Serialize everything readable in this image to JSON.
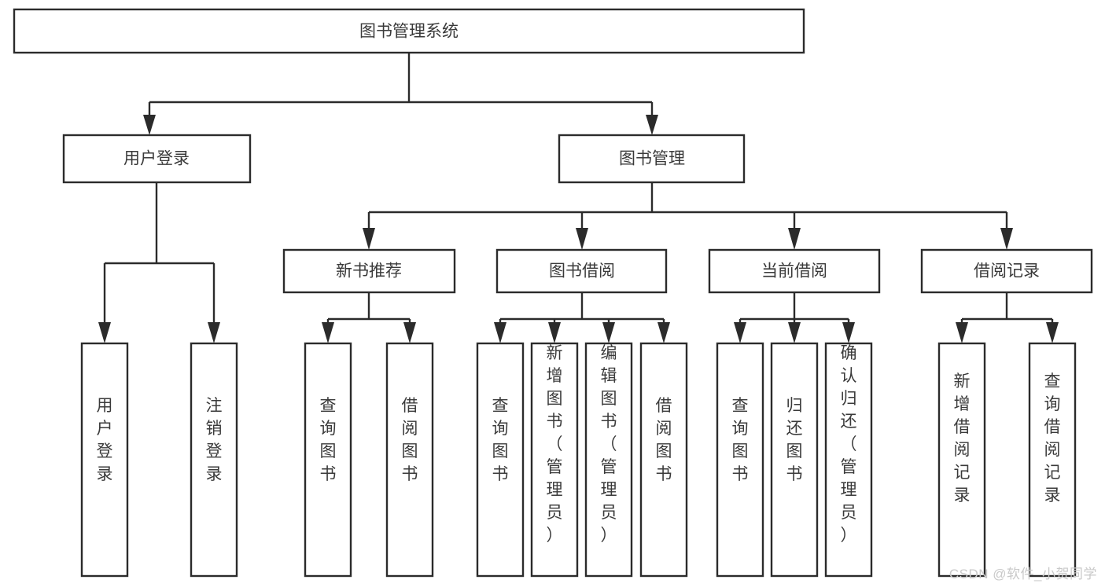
{
  "diagram": {
    "type": "tree-hierarchy",
    "title": "图书管理系统",
    "watermark": "CSDN @软件_小贺同学",
    "colors": {
      "background": "#ffffff",
      "box_border": "#2b2b2b",
      "box_fill": "#ffffff",
      "text": "#3a3a3a",
      "connector": "#2b2b2b",
      "watermark": "#c9c9c9"
    },
    "levels": {
      "root": {
        "label": "图书管理系统"
      },
      "level1": [
        {
          "label": "用户登录"
        },
        {
          "label": "图书管理"
        }
      ],
      "level2": [
        {
          "label": "新书推荐"
        },
        {
          "label": "图书借阅"
        },
        {
          "label": "当前借阅"
        },
        {
          "label": "借阅记录"
        }
      ]
    },
    "leaves": {
      "user_login": [
        {
          "label": "用户登录"
        },
        {
          "label": "注销登录"
        }
      ],
      "new_book_recommend": [
        {
          "label": "查询图书"
        },
        {
          "label": "借阅图书"
        }
      ],
      "book_borrow": [
        {
          "label": "查询图书"
        },
        {
          "label": "新增图书（管理员）"
        },
        {
          "label": "编辑图书（管理员）"
        },
        {
          "label": "借阅图书"
        }
      ],
      "current_borrow": [
        {
          "label": "查询图书"
        },
        {
          "label": "归还图书"
        },
        {
          "label": "确认归还（管理员）"
        }
      ],
      "borrow_records": [
        {
          "label": "新增借阅记录"
        },
        {
          "label": "查询借阅记录"
        }
      ]
    }
  }
}
